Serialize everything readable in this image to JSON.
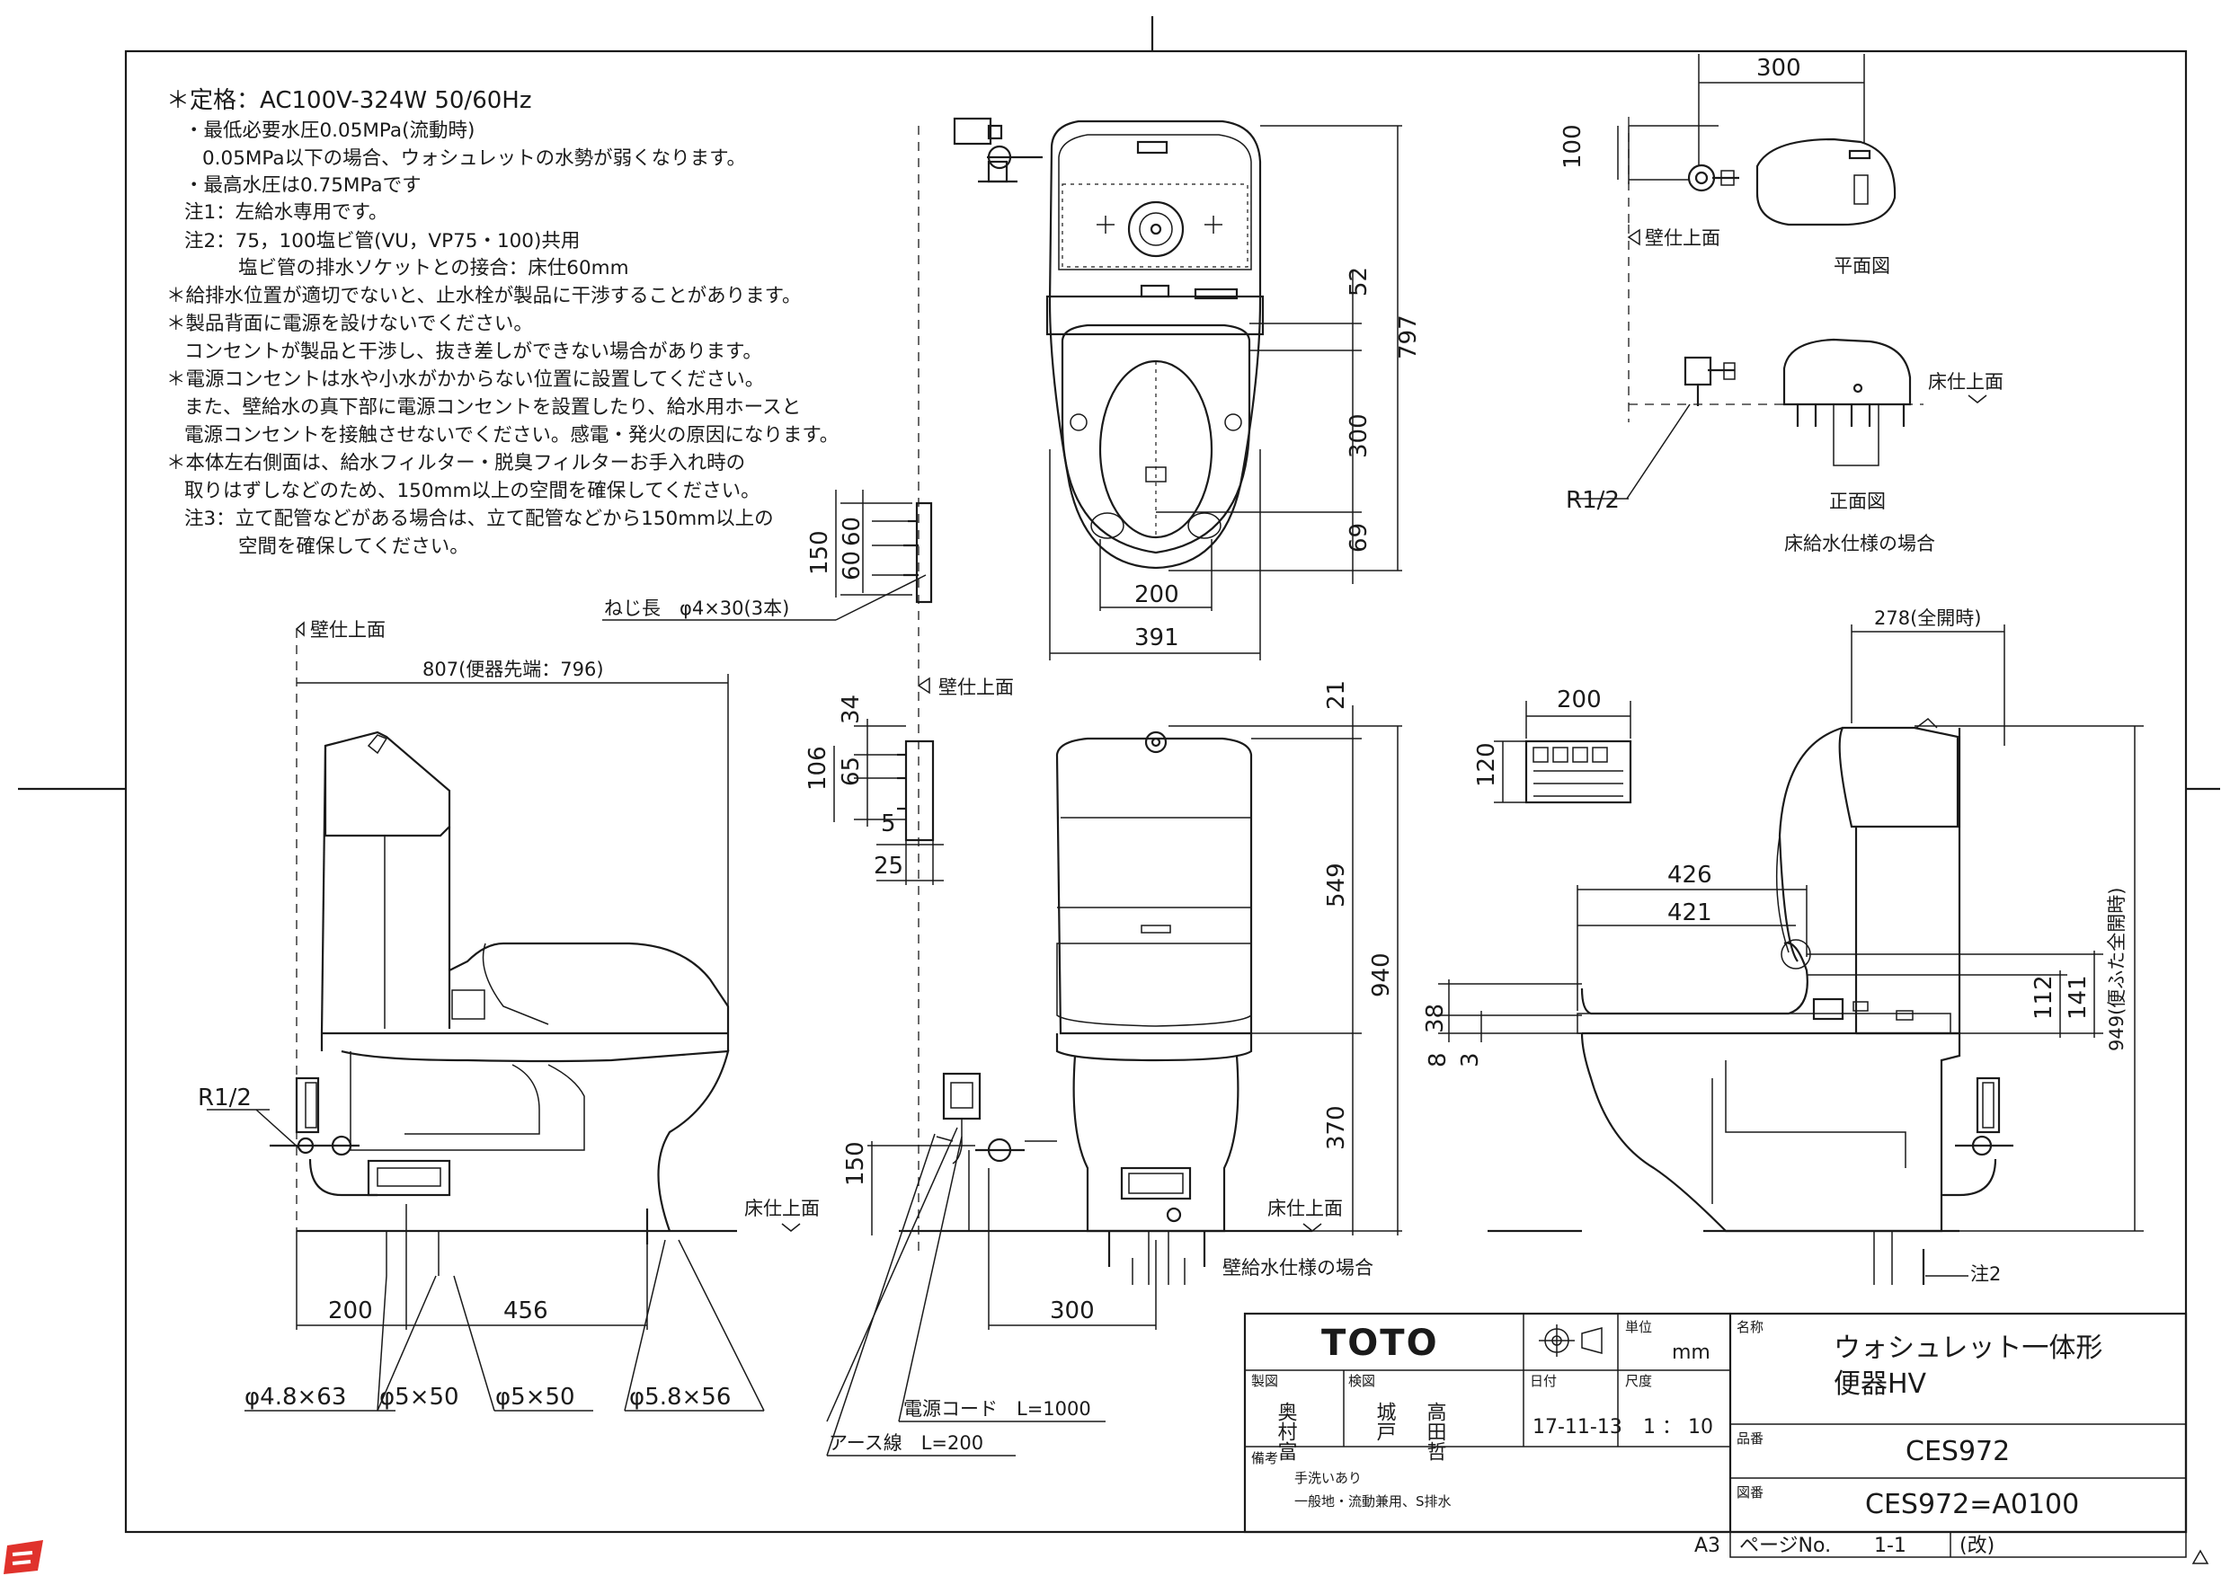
{
  "notes": [
    "＊定格：AC100V-324W 50/60Hz",
    "・最低必要水圧0.05MPa(流動時)",
    "0.05MPa以下の場合、ウォシュレットの水勢が弱くなります。",
    "・最高水圧は0.75MPaです",
    "注1：左給水専用です。",
    "注2：75，100塩ビ管(VU，VP75・100)共用",
    "塩ビ管の排水ソケットとの接合：床仕60mm",
    "＊給排水位置が適切でないと、止水栓が製品に干渉することがあります。",
    "＊製品背面に電源を設けないでください。",
    "コンセントが製品と干渉し、抜き差しができない場合があります。",
    "＊電源コンセントは水や小水がかからない位置に設置してください。",
    "また、壁給水の真下部に電源コンセントを設置したり、給水用ホースと",
    "電源コンセントを接触させないでください。感電・発火の原因になります。",
    "＊本体左右側面は、給水フィルター・脱臭フィルターお手入れ時の",
    "取りはずしなどのため、150mm以上の空間を確保してください。",
    "注3：立て配管などがある場合は、立て配管などから150mm以上の",
    "空間を確保してください。"
  ],
  "labels": {
    "wall_finish": "壁仕上面",
    "floor_finish": "床仕上面",
    "plan_view": "平面図",
    "front_view": "正面図",
    "floor_supply_case": "床給水仕様の場合",
    "wall_supply_case": "壁給水仕様の場合",
    "r12": "R1/2",
    "screw": "ねじ長　φ4×30(3本)",
    "power_cord": "電源コード　L=1000",
    "earth_wire": "アース線　L=200",
    "note2": "注2",
    "d807": "807(便器先端：796)",
    "d278": "278(全開時)",
    "d949": "949(便ふた全開時)"
  },
  "screws": [
    "φ4.8×63",
    "φ5×50",
    "φ5×50",
    "φ5.8×56"
  ],
  "dims": {
    "top_52": "52",
    "top_797": "797",
    "top_300": "300",
    "top_69": "69",
    "top_200": "200",
    "top_391": "391",
    "plan_300": "300",
    "plan_100": "100",
    "br_150": "150",
    "br_60a": "60",
    "br_60b": "60",
    "fr_21": "21",
    "fr_549": "549",
    "fr_940": "940",
    "fr_370": "370",
    "fr_150": "150",
    "fr_300": "300",
    "rs_34": "34",
    "rs_106": "106",
    "rs_65": "65",
    "rs_5": "5",
    "rs_25": "25",
    "side_200": "200",
    "side_456": "456",
    "rc_200": "200",
    "rc_120": "120",
    "rs2_426": "426",
    "rs2_421": "421",
    "rs2_38": "38",
    "rs2_8": "8",
    "rs2_3": "3",
    "rs2_112": "112",
    "rs2_141": "141"
  },
  "title_block": {
    "brand": "TOTO",
    "unit_label": "単位",
    "unit": "mm",
    "name_label": "名称",
    "name_line1": "ウォシュレット一体形",
    "name_line2": "便器HV",
    "drafter_label": "製図",
    "drafter": "奥村富",
    "checker_label": "検図",
    "checker": "城戸",
    "approver": "高田哲",
    "date_label": "日付",
    "date": "17-11-13",
    "scale_label": "尺度",
    "scale": "1 ： 10",
    "part_label": "品番",
    "part_no": "CES972",
    "remarks_label": "備考",
    "remark1": "手洗いあり",
    "remark2": "一般地・流動兼用、S排水",
    "drawing_label": "図番",
    "drawing_no": "CES972=A0100",
    "sheet_size": "A3",
    "page_label": "ページNo.",
    "page": "1-1",
    "revision_label": "(改)"
  },
  "colors": {
    "ink": "#1a1a1a",
    "corner_mark": "#e0322c"
  }
}
